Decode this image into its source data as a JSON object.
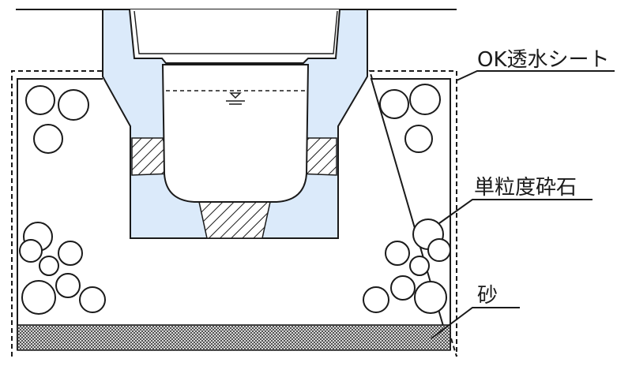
{
  "labels": {
    "sheet": "OK透水シート",
    "gravel": "単粒度砕石",
    "sand": "砂"
  },
  "colors": {
    "concrete": "#dbeafa",
    "outline": "#1a1a1a",
    "hatch": "#1a1a1a",
    "sand_base": "#9a9a9a"
  },
  "icons": {
    "water_level": "water-level-icon"
  }
}
